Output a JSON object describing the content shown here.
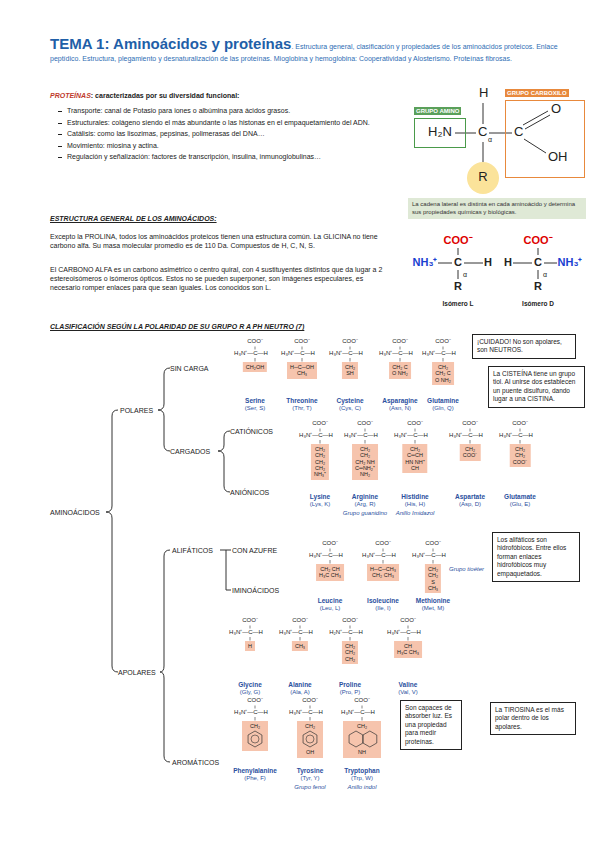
{
  "diagram": {
    "title": "TEMA 1: Aminoácidos y proteínas",
    "nodes": [
      {
        "text": [
          "GRUPO AMINO",
          "H₂N"
        ]
      },
      {
        "text": [
          "GRUPO CARBOXILO",
          "C",
          "O",
          "OH"
        ]
      },
      {
        "text": [
          "R"
        ]
      },
      {
        "text": [
          "La cadena lateral es distinta en cada aminoácido y determina sus propiedades químicas y biológicas."
        ]
      },
      {
        "text": [
          "CH₂OH"
        ]
      },
      {
        "text": [
          "H─C─OH CH₃"
        ]
      },
      {
        "text": [
          "CH₂ SH"
        ]
      },
      {
        "text": [
          "CH₂ C O NH₂"
        ]
      },
      {
        "text": [
          "CH₂ CH₂ C O NH₂"
        ]
      },
      {
        "text": [
          "CH₂ CH₂ CH₂ CH₂ NH₃⁺"
        ]
      },
      {
        "text": [
          "CH₂ CH₂ CH₂ NH C═NH₂⁺ NH₂"
        ]
      },
      {
        "text": [
          "CH₂ C═CH HN NH⁺ CH"
        ]
      },
      {
        "text": [
          "CH₂ COO⁻"
        ]
      },
      {
        "text": [
          "CH₂ CH₂ COO⁻"
        ]
      },
      {
        "text": [
          "CH₂ CH H₃C CH₃"
        ]
      },
      {
        "text": [
          "H─C─CH₃ CH₂ CH₃"
        ]
      },
      {
        "text": [
          "CH₂ CH₂ S CH₃"
        ]
      },
      {
        "text": [
          "H"
        ]
      },
      {
        "text": [
          "CH₃"
        ]
      },
      {
        "text": [
          "CH₂ CH₂ CH₂"
        ]
      },
      {
        "text": [
          "CH H₃C CH₃"
        ]
      },
      {
        "text": [
          "CH₂"
        ]
      },
      {
        "text": [
          "CH₂",
          "OH"
        ]
      },
      {
        "text": [
          "CH₂",
          "NH"
        ]
      },
      {
        "text": [
          "¡CUIDADO! No son apolares, son NEUTROS."
        ]
      },
      {
        "text": [
          "La CISTEÍNA tiene un grupo tiol. Al unirse dos establecen un puente disulfuro, dando lugar a una CISTINA."
        ]
      },
      {
        "text": [
          "Los alifáticos son hidrofóbicos. Entre ellos forman enlaces hidrofóbicos muy empaquetados."
        ]
      },
      {
        "text": [
          "Son capaces de absorber luz. Es una propiedad para medir proteínas."
        ]
      },
      {
        "text": [
          "La TIROSINA es el más polar dentro de los apolares."
        ]
      }
    ],
    "labels": [
      ". Estructura general, clasificación y propiedades de los aminoácidos proteicos. Enlace peptídico. Estructura, plegamiento y desnaturalización de las proteínas. Mioglobina y hemoglobina: Cooperatividad y Alosterismo. Proteínas fibrosas.",
      "PROTEÍNAS",
      ": caracterizadas por su diversidad funcional:",
      "Transporte: canal de Potasio para iones o albúmina para ácidos grasos.",
      "Estructurales: colágeno siendo el más abundante o las histonas en el empaquetamiento del ADN.",
      "Catálisis: como las lisozimas, pepsinas, polimerasas del DNA…",
      "Movimiento: miosina y actina.",
      "Regulación y señalización: factores de transcripción, insulina, inmunoglobulinas…",
      "H",
      "C",
      "α",
      "ESTRUCTURA GENERAL DE LOS AMINOÁCIDOS:",
      "Excepto la PROLINA, todos los aminoácidos proteicos tienen una estructura común. La GLICINA no tiene carbono alfa. Su masa molecular promedio es de 110 Da. Compuestos de H, C, N, S.",
      "El CARBONO ALFA es un carbono asimétrico o centro quiral, con 4 sustituyentes distintos que da lugar a 2 estereoisómeros o isómeros ópticos. Estos no se pueden superponer, son imágenes especulares, es necesario romper enlaces para que sean iguales. Los conocidos son L.",
      "COO⁻",
      "NH₃⁺",
      "C",
      "α",
      "H",
      "R",
      "Isómero L",
      "COO⁻",
      "H",
      "C",
      "α",
      "NH₃⁺",
      "R",
      "Isómero D",
      "CLASIFICACIÓN SEGÚN LA POLARIDAD DE SU GRUPO R A PH NEUTRO (7)",
      "AMINOÁCIDOS",
      "POLARES",
      "SIN CARGA",
      "CARGADOS",
      "CATIÓNICOS",
      "ANIÓNICOS",
      "APOLARES",
      "ALIFÁTICOS",
      "CON AZUFRE",
      "IMINOÁCIDOS",
      "AROMÁTICOS",
      "Grupo guanidino",
      "Anillo Imidazol",
      "Grupo tioéter",
      "Grupo fenol",
      "Anillo indol",
      "COO⁻",
      "H₃N⁺—C—H",
      "Serine",
      "(Ser, S)",
      "COO⁻",
      "H₃N⁺—C—H",
      "Threonine",
      "(Thr, T)",
      "COO⁻",
      "H₃N⁺—C—H",
      "Cysteine",
      "(Cys, C)",
      "COO⁻",
      "H₃N⁺—C—H",
      "Asparagine",
      "(Asn, N)",
      "COO⁻",
      "H₃N⁺—C—H",
      "Glutamine",
      "(Gln, Q)",
      "COO⁻",
      "H₃N⁺—C—H",
      "Lysine",
      "(Lys, K)",
      "COO⁻",
      "H₃N⁺—C—H",
      "Arginine",
      "(Arg, R)",
      "COO⁻",
      "H₃N⁺—C—H",
      "Histidine",
      "(His, H)",
      "COO⁻",
      "H₃N⁺—C—H",
      "Aspartate",
      "(Asp, D)",
      "COO⁻",
      "H₃N⁺—C—H",
      "Glutamate",
      "(Glu, E)",
      "COO⁻",
      "H₃N⁺—C—H",
      "Leucine",
      "(Leu, L)",
      "COO⁻",
      "H₃N⁺—C—H",
      "Isoleucine",
      "(Ile, I)",
      "COO⁻",
      "H₃N⁺—C—H",
      "Methionine",
      "(Met, M)",
      "COO⁻",
      "H₃N⁺—C—H",
      "Glycine",
      "(Gly, G)",
      "COO⁻",
      "H₃N⁺—C—H",
      "Alanine",
      "(Ala, A)",
      "COO⁻",
      "H₂N⁺—C—H",
      "Proline",
      "(Pro, P)",
      "COO⁻",
      "H₃N⁺—C—H",
      "Valine",
      "(Val, V)",
      "COO⁻",
      "H₃N⁺—C—H",
      "Phenylalanine",
      "(Phe, F)",
      "COO⁻",
      "H₃N⁺—C—H",
      "Tyrosine",
      "(Tyr, Y)",
      "COO⁻",
      "H₃N⁺—C—H",
      "Tryptophan",
      "(Trp, W)"
    ]
  }
}
